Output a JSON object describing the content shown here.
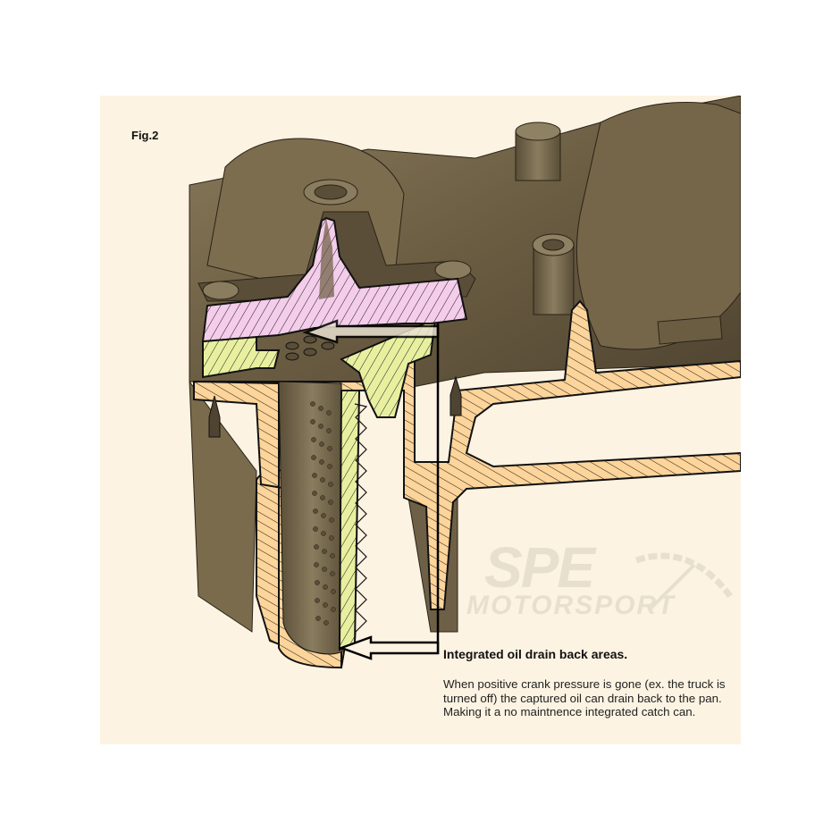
{
  "figure": {
    "label": "Fig.2",
    "subject": "Cross-section of cast intake/valve-cover housing with integrated catch can",
    "callout": {
      "title": "Integrated oil drain back areas.",
      "body": "When positive crank pressure is gone (ex. the truck is turned off) the captured oil can drain back to the pan. Making it a no maintnence integrated catch can."
    },
    "watermark": {
      "line1": "SPE",
      "line2": "MOTORSPORT"
    },
    "arrows": [
      {
        "name": "upper-drain-arrow",
        "points_to": "baffle plate drain holes"
      },
      {
        "name": "lower-drain-arrow",
        "points_to": "bottom of catch can chamber"
      }
    ],
    "section_colors": {
      "background": "#fdf3e2",
      "casting": "#6b5d42",
      "casting_dark": "#4f4431",
      "top_cap_section": "#f4cdea",
      "baffle_section": "#e8f0a0",
      "housing_section": "#fdd49a",
      "hatch": "#1a1a1a",
      "watermark": "#e8e0cf"
    }
  }
}
